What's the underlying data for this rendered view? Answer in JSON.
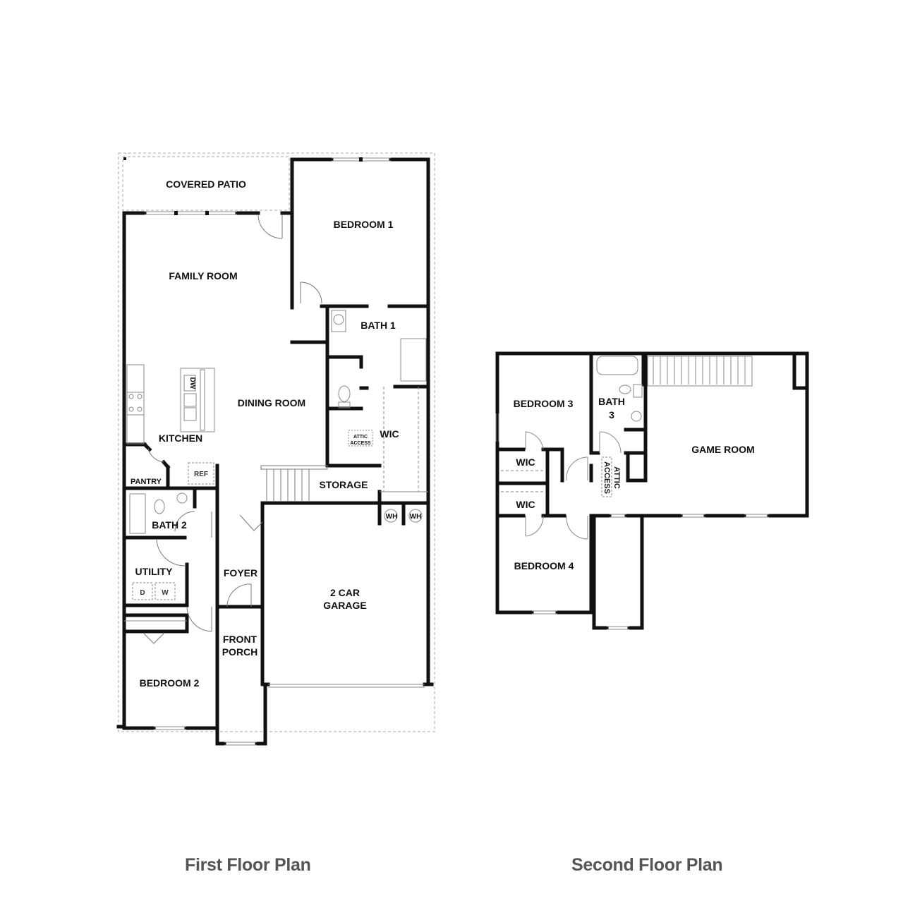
{
  "first_floor": {
    "caption": "First Floor Plan",
    "rooms": {
      "covered_patio": "COVERED PATIO",
      "bedroom_1": "BEDROOM 1",
      "family_room": "FAMILY ROOM",
      "bath_1": "BATH 1",
      "dining_room": "DINING ROOM",
      "kitchen": "KITCHEN",
      "wic": "WIC",
      "attic_access_1": "ATTIC",
      "attic_access_2": "ACCESS",
      "pantry": "PANTRY",
      "ref": "REF",
      "dw": "DW",
      "storage": "STORAGE",
      "bath_2": "BATH 2",
      "wh_1": "WH",
      "wh_2": "WH",
      "utility": "UTILITY",
      "dryer": "D",
      "washer": "W",
      "foyer": "FOYER",
      "garage_1": "2 CAR",
      "garage_2": "GARAGE",
      "front_porch_1": "FRONT",
      "front_porch_2": "PORCH",
      "bedroom_2": "BEDROOM 2"
    }
  },
  "second_floor": {
    "caption": "Second Floor Plan",
    "rooms": {
      "bedroom_3": "BEDROOM 3",
      "bath_3_1": "BATH",
      "bath_3_2": "3",
      "game_room": "GAME ROOM",
      "wic_1": "WIC",
      "wic_2": "WIC",
      "attic_1": "ATTIC",
      "attic_2": "ACCESS",
      "bedroom_4": "BEDROOM 4"
    }
  },
  "colors": {
    "wall": "#111111",
    "fixture": "#888888",
    "caption": "#555555"
  }
}
